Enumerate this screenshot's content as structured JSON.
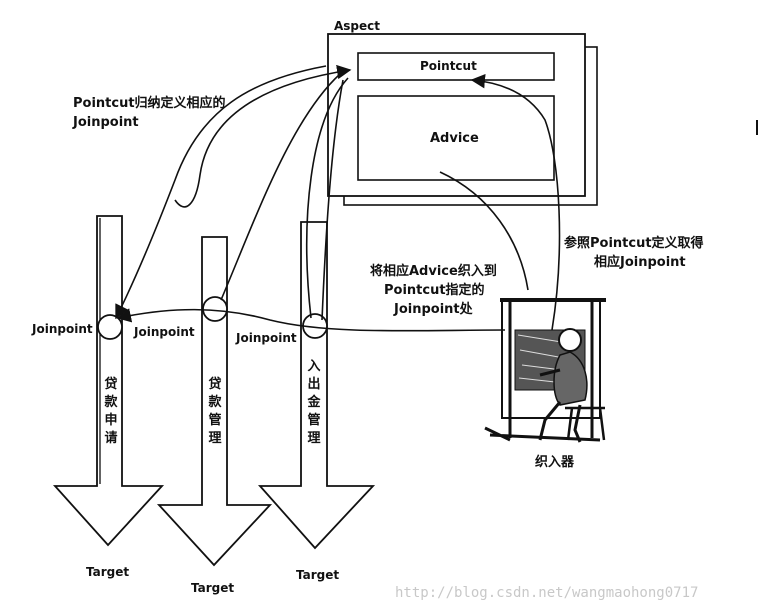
{
  "aspect": {
    "title": "Aspect",
    "pointcut": "Pointcut",
    "advice": "Advice"
  },
  "annotations": {
    "pointcut_defines": "Pointcut归纳定义相应的\nJoinpoint",
    "weave_advice": "将相应Advice织入到\nPointcut指定的\nJoinpoint处",
    "lookup_pointcut": "参照Pointcut定义取得\n相应Joinpoint"
  },
  "targets": [
    {
      "name": "贷款申请",
      "joinpoint": "Joinpoint",
      "target": "Target"
    },
    {
      "name": "贷款管理",
      "joinpoint": "Joinpoint",
      "target": "Target"
    },
    {
      "name": "入出金管理",
      "joinpoint": "Joinpoint",
      "target": "Target"
    }
  ],
  "weaver": {
    "label": "织入器"
  },
  "watermark": "http://blog.csdn.net/wangmaohong0717"
}
